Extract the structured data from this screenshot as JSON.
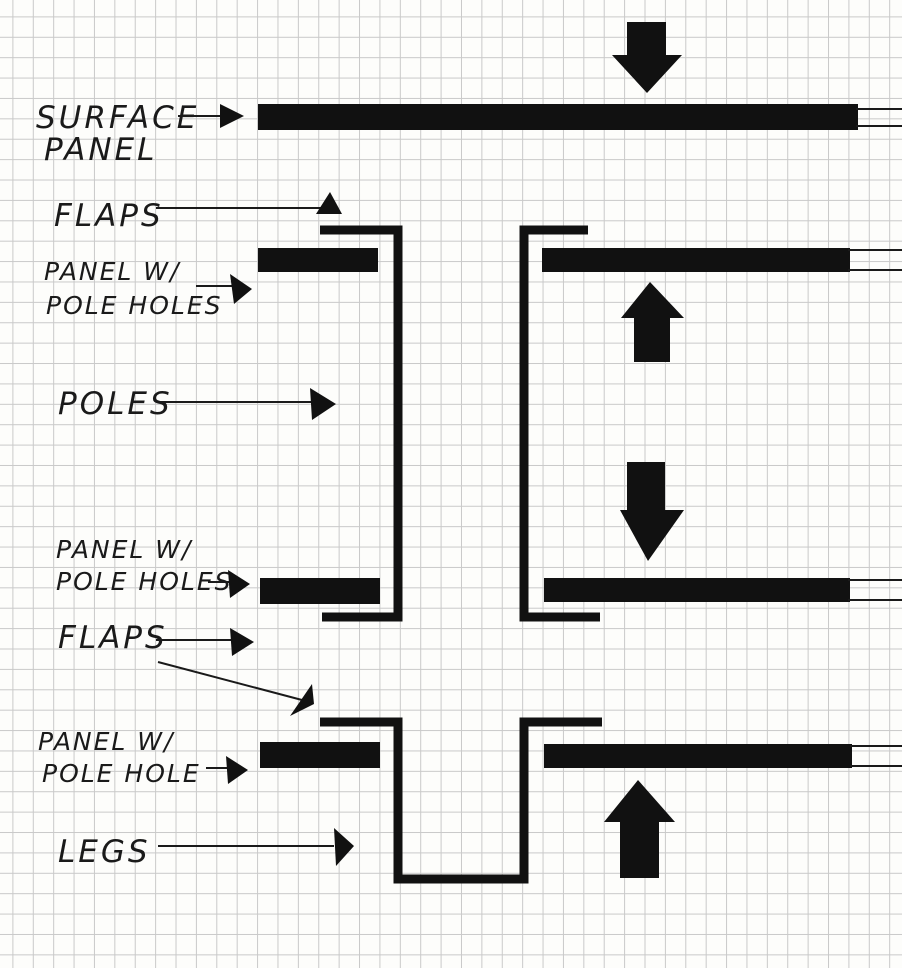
{
  "labels": {
    "surface_panel_line1": "SURFACE",
    "surface_panel_line2": "PANEL",
    "flaps_top": "FLAPS",
    "panel_top_line1": "PANEL W/",
    "panel_top_line2": "POLE HOLES",
    "poles": "POLES",
    "panel_mid_line1": "PANEL W/",
    "panel_mid_line2": "POLE HOLES",
    "flaps_bottom": "FLAPS",
    "panel_bottom_line1": "PANEL W/",
    "panel_bottom_line2": "POLE HOLE",
    "legs": "LEGS"
  },
  "style": {
    "ink_color": "#111111",
    "grid_color": "#c9c9c9",
    "paper_color": "#fdfdfb"
  }
}
